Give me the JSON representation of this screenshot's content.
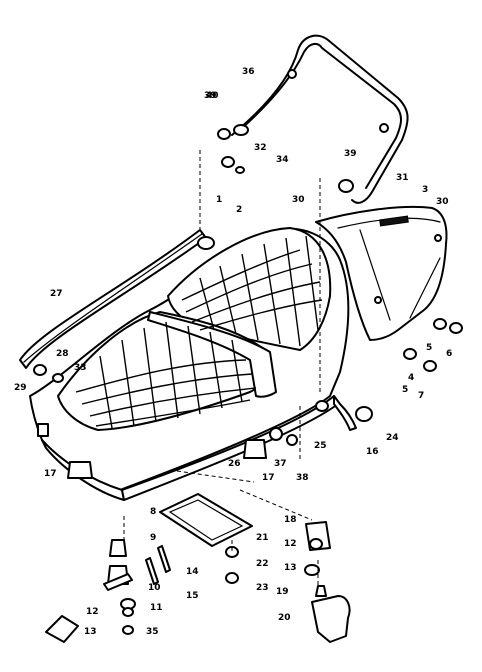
{
  "callouts": [
    "1",
    "2",
    "3",
    "4",
    "5",
    "5",
    "6",
    "7",
    "8",
    "9",
    "10",
    "11",
    "12",
    "12",
    "13",
    "13",
    "14",
    "15",
    "16",
    "17",
    "17",
    "18",
    "19",
    "20",
    "21",
    "22",
    "23",
    "24",
    "25",
    "26",
    "27",
    "28",
    "29",
    "30",
    "30",
    "31",
    "32",
    "33",
    "34",
    "35",
    "36",
    "37",
    "38",
    "39",
    "39",
    "40"
  ]
}
